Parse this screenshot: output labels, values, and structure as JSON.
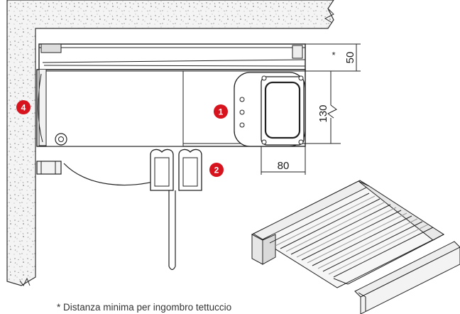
{
  "callouts": [
    {
      "number": "1",
      "color": "#d7141e"
    },
    {
      "number": "2",
      "color": "#d7141e"
    },
    {
      "number": "4",
      "color": "#d7141e"
    }
  ],
  "dimensions": {
    "height_top": "50",
    "height_box": "130",
    "width_box": "80",
    "asterisk": "*"
  },
  "footnote": "* Distanza minima per ingombro tettuccio"
}
